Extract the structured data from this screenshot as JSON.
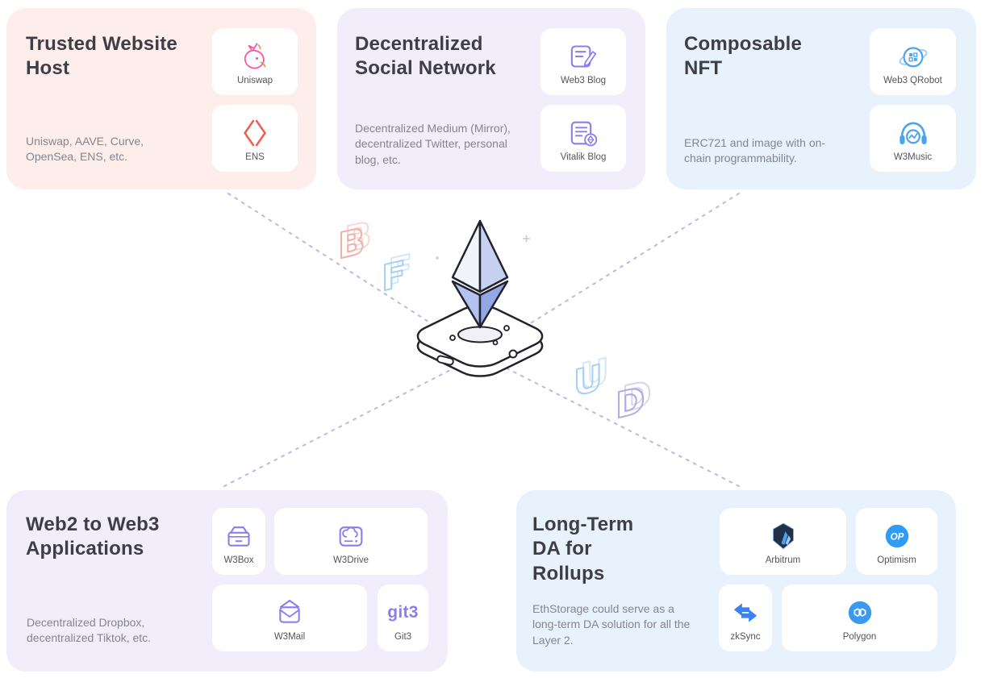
{
  "cards": {
    "website_host": {
      "title": "Trusted Website Host",
      "description": "Uniswap, AAVE, Curve, OpenSea, ENS, etc.",
      "tiles": [
        {
          "label": "Uniswap"
        },
        {
          "label": "ENS"
        }
      ]
    },
    "social_network": {
      "title": "Decentralized Social Network",
      "description": "Decentralized Medium (Mirror), decentralized Twitter, personal blog, etc.",
      "tiles": [
        {
          "label": "Web3 Blog"
        },
        {
          "label": "Vitalik Blog"
        }
      ]
    },
    "composable_nft": {
      "title": "Composable NFT",
      "description": "ERC721 and image with on-chain programmability.",
      "tiles": [
        {
          "label": "Web3 QRobot"
        },
        {
          "label": "W3Music"
        }
      ]
    },
    "web2_to_web3": {
      "title": "Web2 to Web3 Applications",
      "description": "Decentralized Dropbox, decentralized Tiktok, etc.",
      "tiles": [
        {
          "label": "W3Box"
        },
        {
          "label": "W3Drive"
        },
        {
          "label": "W3Mail"
        },
        {
          "label": "Git3"
        }
      ]
    },
    "longterm_da": {
      "title": "Long-Term DA for Rollups",
      "description": "EthStorage could serve as a long-term DA solution for all the Layer 2.",
      "tiles": [
        {
          "label": "Arbitrum"
        },
        {
          "label": "Optimism"
        },
        {
          "label": "zkSync"
        },
        {
          "label": "Polygon"
        }
      ]
    }
  },
  "decor": {
    "letters": [
      "B",
      "F",
      "U",
      "D"
    ],
    "optimism_text": "OP",
    "git3_text": "git3"
  },
  "icons": {
    "uniswap": "unicorn-icon",
    "ens": "gem-icon",
    "web3_blog": "notebook-pen-icon",
    "vitalik_blog": "document-eth-icon",
    "web3_qrobot": "qr-globe-icon",
    "w3music": "headphones-chart-icon",
    "w3box": "storage-box-icon",
    "w3drive": "cloud-drive-icon",
    "w3mail": "envelope-icon",
    "git3": "git3-wordmark",
    "arbitrum": "arbitrum-shield-icon",
    "optimism": "op-circle-icon",
    "zksync": "zksync-arrows-icon",
    "polygon": "polygon-circle-icon",
    "center": "ethereum-on-storage-device"
  },
  "colors": {
    "pink_card": "#fdeeeb",
    "purple_card": "#f1edfb",
    "blue_card": "#e8f2fc",
    "purple_accent": "#8b7cf0",
    "blue_accent": "#4aa3f0",
    "pink_accent": "#f94fa0",
    "ens_red": "#ed5f50",
    "title_text": "#3e3e46",
    "body_text": "#85858f",
    "dashed_line": "#beb6e8"
  }
}
